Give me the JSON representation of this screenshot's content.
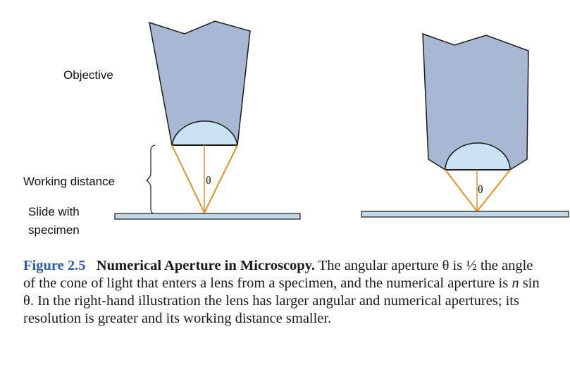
{
  "labels": {
    "objective": "Objective",
    "working_distance": "Working distance",
    "slide_line1": "Slide with",
    "slide_line2": "specimen",
    "theta_left": "θ",
    "theta_right": "θ"
  },
  "caption": {
    "figure_number": "Figure 2.5",
    "title": "Numerical Aperture in Microscopy.",
    "text_part1": " The angular aperture ",
    "theta1": "θ",
    "text_part2": " is ½ the angle of the cone of light that enters a lens from a specimen, and the numerical aperture is ",
    "n": "n",
    "text_part3": " sin ",
    "theta2": "θ",
    "text_part4": ". In the right-hand illustration the lens has larger angular and numerical apertures; its resolution is greater and its working distance smaller."
  },
  "colors": {
    "objective_fill": "#a9b8d2",
    "lens_fill": "#c9e3f2",
    "slide_fill": "#bfd9ea",
    "cone_stroke": "#e8902a",
    "outline": "#1a1a1a",
    "figure_number": "#2a5ea8"
  }
}
